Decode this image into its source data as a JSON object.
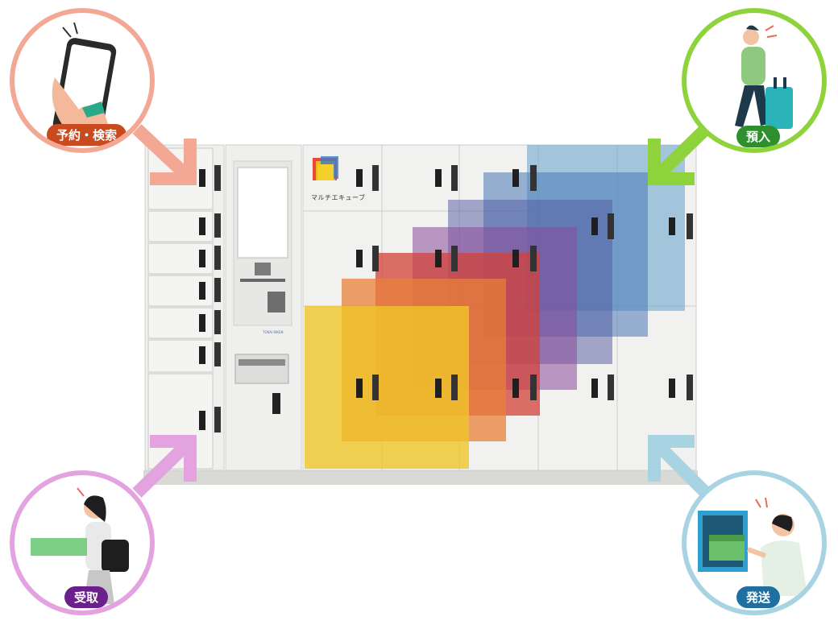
{
  "locker": {
    "logo_text": "マルチエキューブ",
    "brand_text": "TOKAI RIKEN"
  },
  "actions": {
    "reserve": {
      "label": "予約・検索",
      "color": "#c94a1f",
      "ring": "#f2a894",
      "icon": "smartphone-hand-icon"
    },
    "deposit": {
      "label": "預入",
      "color": "#2f8f2f",
      "ring": "#8fd33c",
      "icon": "traveler-suitcase-icon"
    },
    "pickup": {
      "label": "受取",
      "color": "#6a1f8a",
      "ring": "#e3a3e0",
      "icon": "woman-receiving-box-icon"
    },
    "ship": {
      "label": "発送",
      "color": "#1f6fa0",
      "ring": "#a8d3e3",
      "icon": "man-shipping-parcel-icon"
    }
  }
}
